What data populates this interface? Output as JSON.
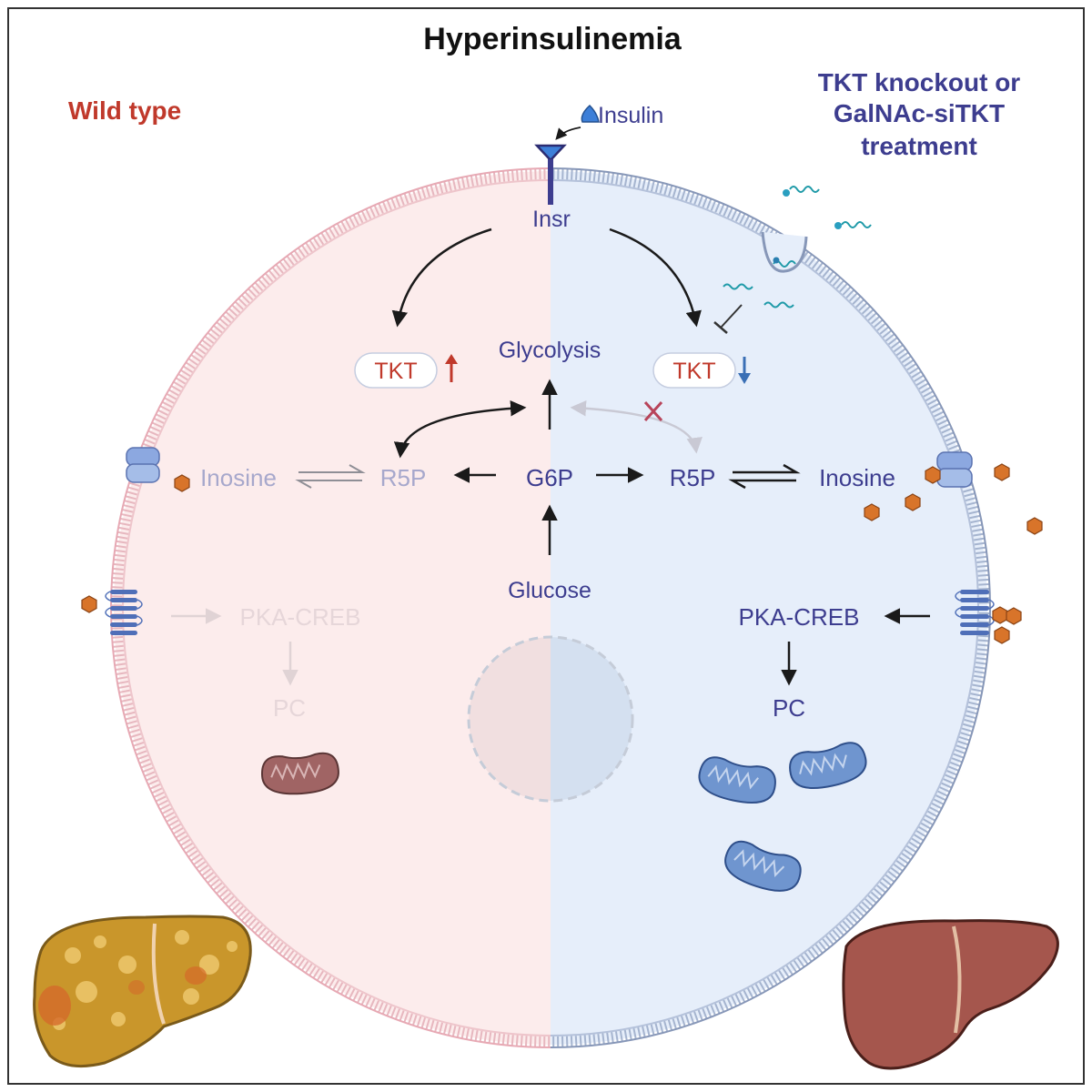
{
  "title": "Hyperinsulinemia",
  "left_panel": {
    "heading": "Wild type",
    "tkt_label": "TKT",
    "r5p": "R5P",
    "inosine": "Inosine",
    "pka_creb": "PKA-CREB",
    "pc": "PC"
  },
  "right_panel": {
    "heading_line1": "TKT knockout or",
    "heading_line2": "GalNAc-siTKT",
    "heading_line3": "treatment",
    "tkt_label": "TKT",
    "r5p": "R5P",
    "inosine": "Inosine",
    "pka_creb": "PKA-CREB",
    "pc": "PC"
  },
  "center": {
    "insulin": "Insulin",
    "insr": "Insr",
    "glycolysis": "Glycolysis",
    "g6p": "G6P",
    "glucose": "Glucose"
  },
  "colors": {
    "wild_type_red": "#c0392b",
    "knockout_navy": "#3d3d8f",
    "up_arrow": "#c0392b",
    "down_arrow": "#3a6fb5",
    "inosine_hexagon": "#d8742a",
    "left_bg": "#fcecec",
    "right_bg": "#e6eefa"
  }
}
